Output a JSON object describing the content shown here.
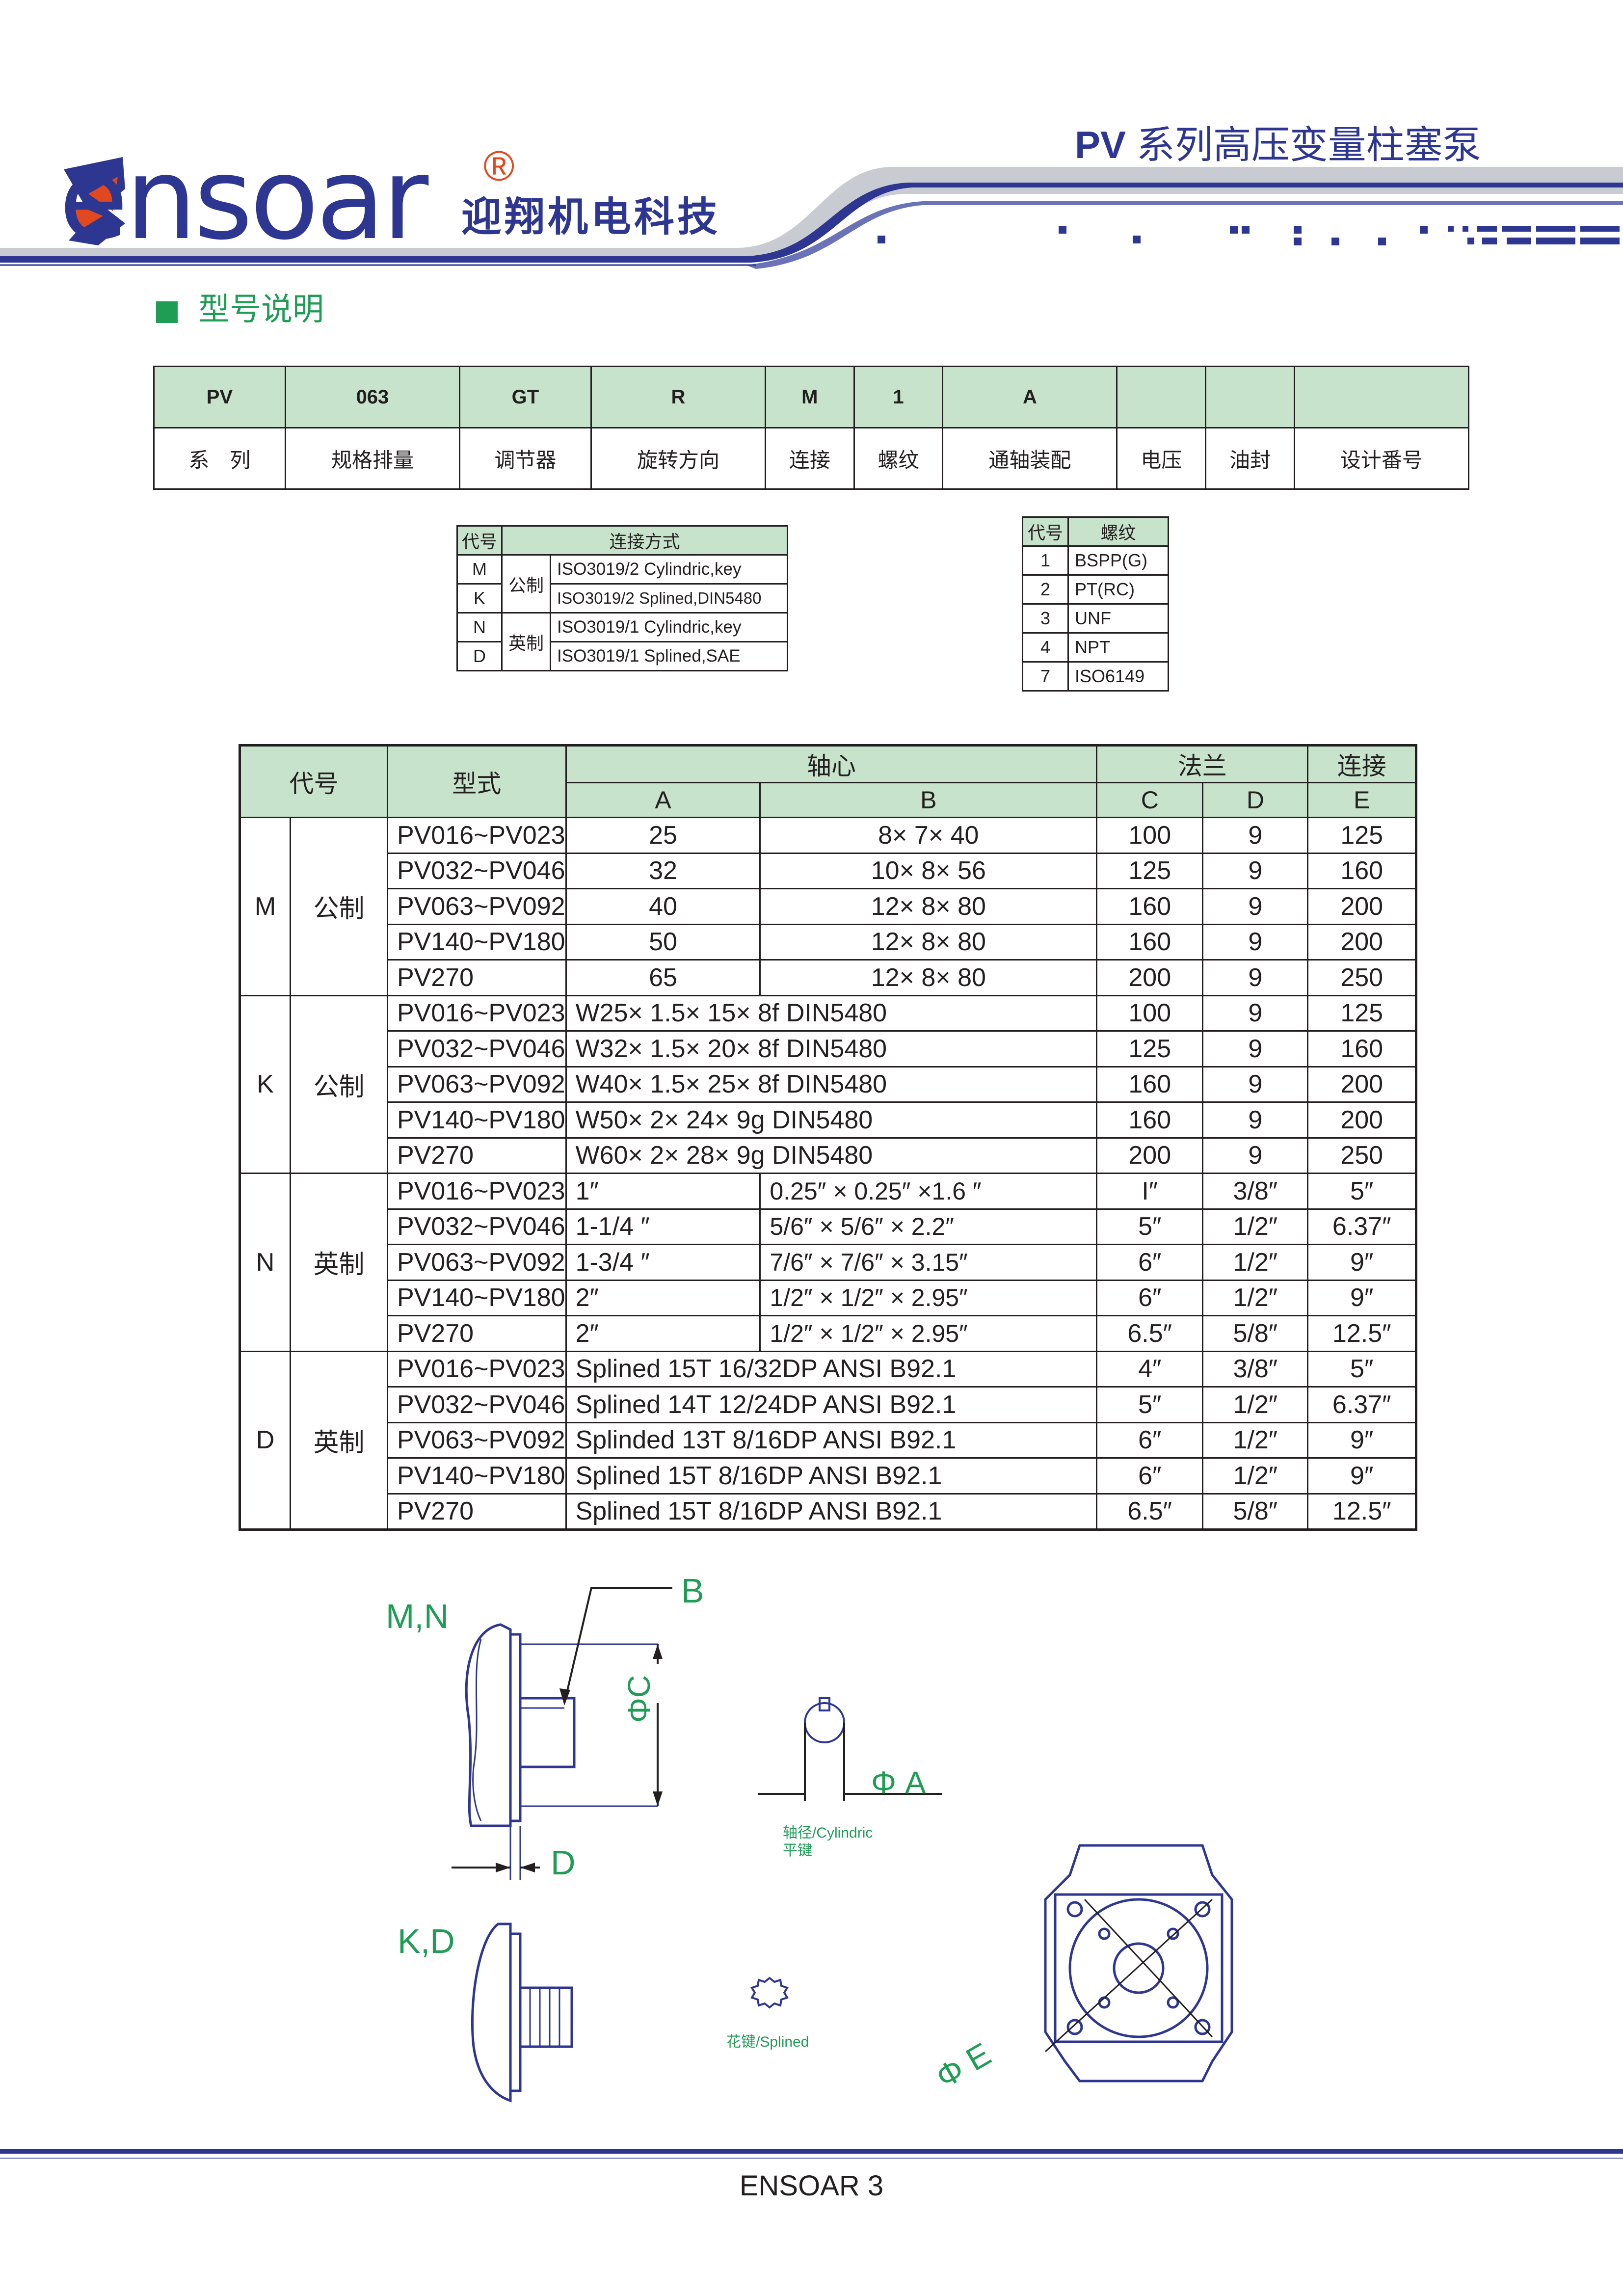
{
  "header": {
    "logo_text": "ensoar",
    "logo_registered": "®",
    "logo_cn": "迎翔机电科技",
    "doc_title_prefix": "PV",
    "doc_title_rest": " 系列高压变量柱塞泵"
  },
  "section": {
    "title": "型号说明"
  },
  "model_code": {
    "codes": [
      "PV",
      "063",
      "GT",
      "R",
      "M",
      "1",
      "A",
      "",
      "",
      ""
    ],
    "names": [
      "系　列",
      "规格排量",
      "调节器",
      "旋转方向",
      "连接",
      "螺纹",
      "通轴装配",
      "电压",
      "油封",
      "设计番号"
    ]
  },
  "connection_table": {
    "header_code": "代号",
    "header_type": "连接方式",
    "groups": [
      {
        "group": "公制",
        "rows": [
          {
            "code": "M",
            "desc": "ISO3019/2 Cylindric,key"
          },
          {
            "code": "K",
            "desc": "ISO3019/2 Splined,DIN5480"
          }
        ]
      },
      {
        "group": "英制",
        "rows": [
          {
            "code": "N",
            "desc": "ISO3019/1 Cylindric,key"
          },
          {
            "code": "D",
            "desc": "ISO3019/1 Splined,SAE"
          }
        ]
      }
    ]
  },
  "thread_table": {
    "header_code": "代号",
    "header_type": "螺纹",
    "rows": [
      {
        "code": "1",
        "desc": "BSPP(G)"
      },
      {
        "code": "2",
        "desc": "PT(RC)"
      },
      {
        "code": "3",
        "desc": "UNF"
      },
      {
        "code": "4",
        "desc": "NPT"
      },
      {
        "code": "7",
        "desc": "ISO6149"
      }
    ]
  },
  "spec_table": {
    "headers": {
      "code": "代号",
      "model": "型式",
      "shaft": "轴心",
      "flange": "法兰",
      "connect": "连接",
      "A": "A",
      "B": "B",
      "C": "C",
      "D": "D",
      "E": "E"
    },
    "groups": [
      {
        "code": "M",
        "unit": "公制",
        "rows": [
          {
            "model": "PV016~PV023",
            "A": "25",
            "B": "8× 7× 40",
            "C": "100",
            "D": "9",
            "E": "125"
          },
          {
            "model": "PV032~PV046",
            "A": "32",
            "B": "10× 8× 56",
            "C": "125",
            "D": "9",
            "E": "160"
          },
          {
            "model": "PV063~PV092",
            "A": "40",
            "B": "12× 8× 80",
            "C": "160",
            "D": "9",
            "E": "200"
          },
          {
            "model": "PV140~PV180",
            "A": "50",
            "B": "12× 8× 80",
            "C": "160",
            "D": "9",
            "E": "200"
          },
          {
            "model": "PV270",
            "A": "65",
            "B": "12× 8× 80",
            "C": "200",
            "D": "9",
            "E": "250"
          }
        ]
      },
      {
        "code": "K",
        "unit": "公制",
        "rows": [
          {
            "model": "PV016~PV023",
            "AB": "W25× 1.5× 15× 8f DIN5480",
            "C": "100",
            "D": "9",
            "E": "125"
          },
          {
            "model": "PV032~PV046",
            "AB": "W32× 1.5× 20× 8f DIN5480",
            "C": "125",
            "D": "9",
            "E": "160"
          },
          {
            "model": "PV063~PV092",
            "AB": "W40× 1.5× 25× 8f DIN5480",
            "C": "160",
            "D": "9",
            "E": "200"
          },
          {
            "model": "PV140~PV180",
            "AB": "W50× 2× 24× 9g DIN5480",
            "C": "160",
            "D": "9",
            "E": "200"
          },
          {
            "model": "PV270",
            "AB": "W60× 2× 28× 9g DIN5480",
            "C": "200",
            "D": "9",
            "E": "250"
          }
        ]
      },
      {
        "code": "N",
        "unit": "英制",
        "rows": [
          {
            "model": "PV016~PV023",
            "A": "1″",
            "B": "0.25″ × 0.25″ ×1.6 ″",
            "C": "I″",
            "D": "3/8″",
            "E": "5″"
          },
          {
            "model": "PV032~PV046",
            "A": "1-1/4 ″",
            "B": "5/6″ × 5/6″ × 2.2″",
            "C": "5″",
            "D": "1/2″",
            "E": "6.37″"
          },
          {
            "model": "PV063~PV092",
            "A": "1-3/4 ″",
            "B": "7/6″ × 7/6″ × 3.15″",
            "C": "6″",
            "D": "1/2″",
            "E": "9″"
          },
          {
            "model": "PV140~PV180",
            "A": "2″",
            "B": "1/2″ × 1/2″ × 2.95″",
            "C": "6″",
            "D": "1/2″",
            "E": "9″"
          },
          {
            "model": "PV270",
            "A": "2″",
            "B": "1/2″ × 1/2″ × 2.95″",
            "C": "6.5″",
            "D": "5/8″",
            "E": "12.5″"
          }
        ]
      },
      {
        "code": "D",
        "unit": "英制",
        "rows": [
          {
            "model": "PV016~PV023",
            "AB": "Splined 15T 16/32DP ANSI B92.1",
            "C": "4″",
            "D": "3/8″",
            "E": "5″"
          },
          {
            "model": "PV032~PV046",
            "AB": "Splined 14T 12/24DP ANSI B92.1",
            "C": "5″",
            "D": "1/2″",
            "E": "6.37″"
          },
          {
            "model": "PV063~PV092",
            "AB": "Splinded 13T 8/16DP ANSI B92.1",
            "C": "6″",
            "D": "1/2″",
            "E": "9″"
          },
          {
            "model": "PV140~PV180",
            "AB": "Splined 15T 8/16DP ANSI B92.1",
            "C": "6″",
            "D": "1/2″",
            "E": "9″"
          },
          {
            "model": "PV270",
            "AB": "Splined 15T 8/16DP ANSI B92.1",
            "C": "6.5″",
            "D": "5/8″",
            "E": "12.5″"
          }
        ]
      }
    ]
  },
  "figure": {
    "label_mn": "M,N",
    "label_kd": "K,D",
    "label_b": "B",
    "label_c": "ΦC",
    "label_d": "D",
    "label_a": "Φ A",
    "label_e": "Φ E",
    "caption_cyl_1": "轴径/Cylindric",
    "caption_cyl_2": "平键",
    "caption_splined": "花键/Splined"
  },
  "footer": {
    "text": "ENSOAR 3"
  },
  "colors": {
    "brand_blue": "#2d3690",
    "accent_green": "#1f9d55",
    "header_fill": "#c8e3cb",
    "logo_orange": "#e2481f"
  }
}
